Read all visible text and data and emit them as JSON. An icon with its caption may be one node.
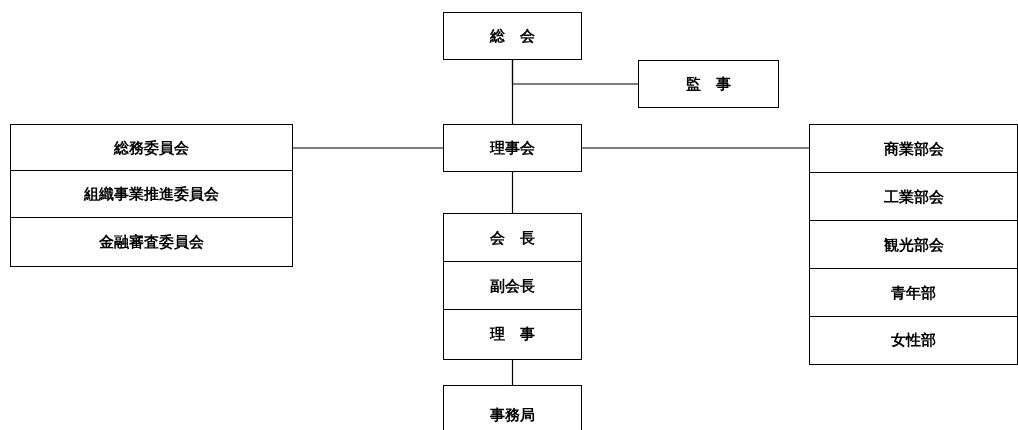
{
  "diagram": {
    "nodes": [
      {
        "text": [
          "総　会"
        ]
      },
      {
        "text": [
          "監　事"
        ]
      },
      {
        "text": [
          "理事会"
        ]
      },
      {
        "text": [
          "総務委員会"
        ]
      },
      {
        "text": [
          "組織事業推進委員会"
        ]
      },
      {
        "text": [
          "金融審査委員会"
        ]
      },
      {
        "text": [
          "会　長"
        ]
      },
      {
        "text": [
          "副会長"
        ]
      },
      {
        "text": [
          "理　事"
        ]
      },
      {
        "text": [
          "事務局"
        ]
      },
      {
        "text": [
          "商業部会"
        ]
      },
      {
        "text": [
          "工業部会"
        ]
      },
      {
        "text": [
          "観光部会"
        ]
      },
      {
        "text": [
          "青年部"
        ]
      },
      {
        "text": [
          "女性部"
        ]
      }
    ],
    "edges": [
      {
        "from": 0,
        "to": 2,
        "arrow": "none"
      },
      {
        "from": 0,
        "to": 1,
        "arrow": "none"
      },
      {
        "from": 2,
        "to": 3,
        "arrow": "none"
      },
      {
        "from": 2,
        "to": 10,
        "arrow": "none"
      },
      {
        "from": 2,
        "to": 6,
        "arrow": "none"
      },
      {
        "from": 8,
        "to": 9,
        "arrow": "none"
      }
    ]
  }
}
